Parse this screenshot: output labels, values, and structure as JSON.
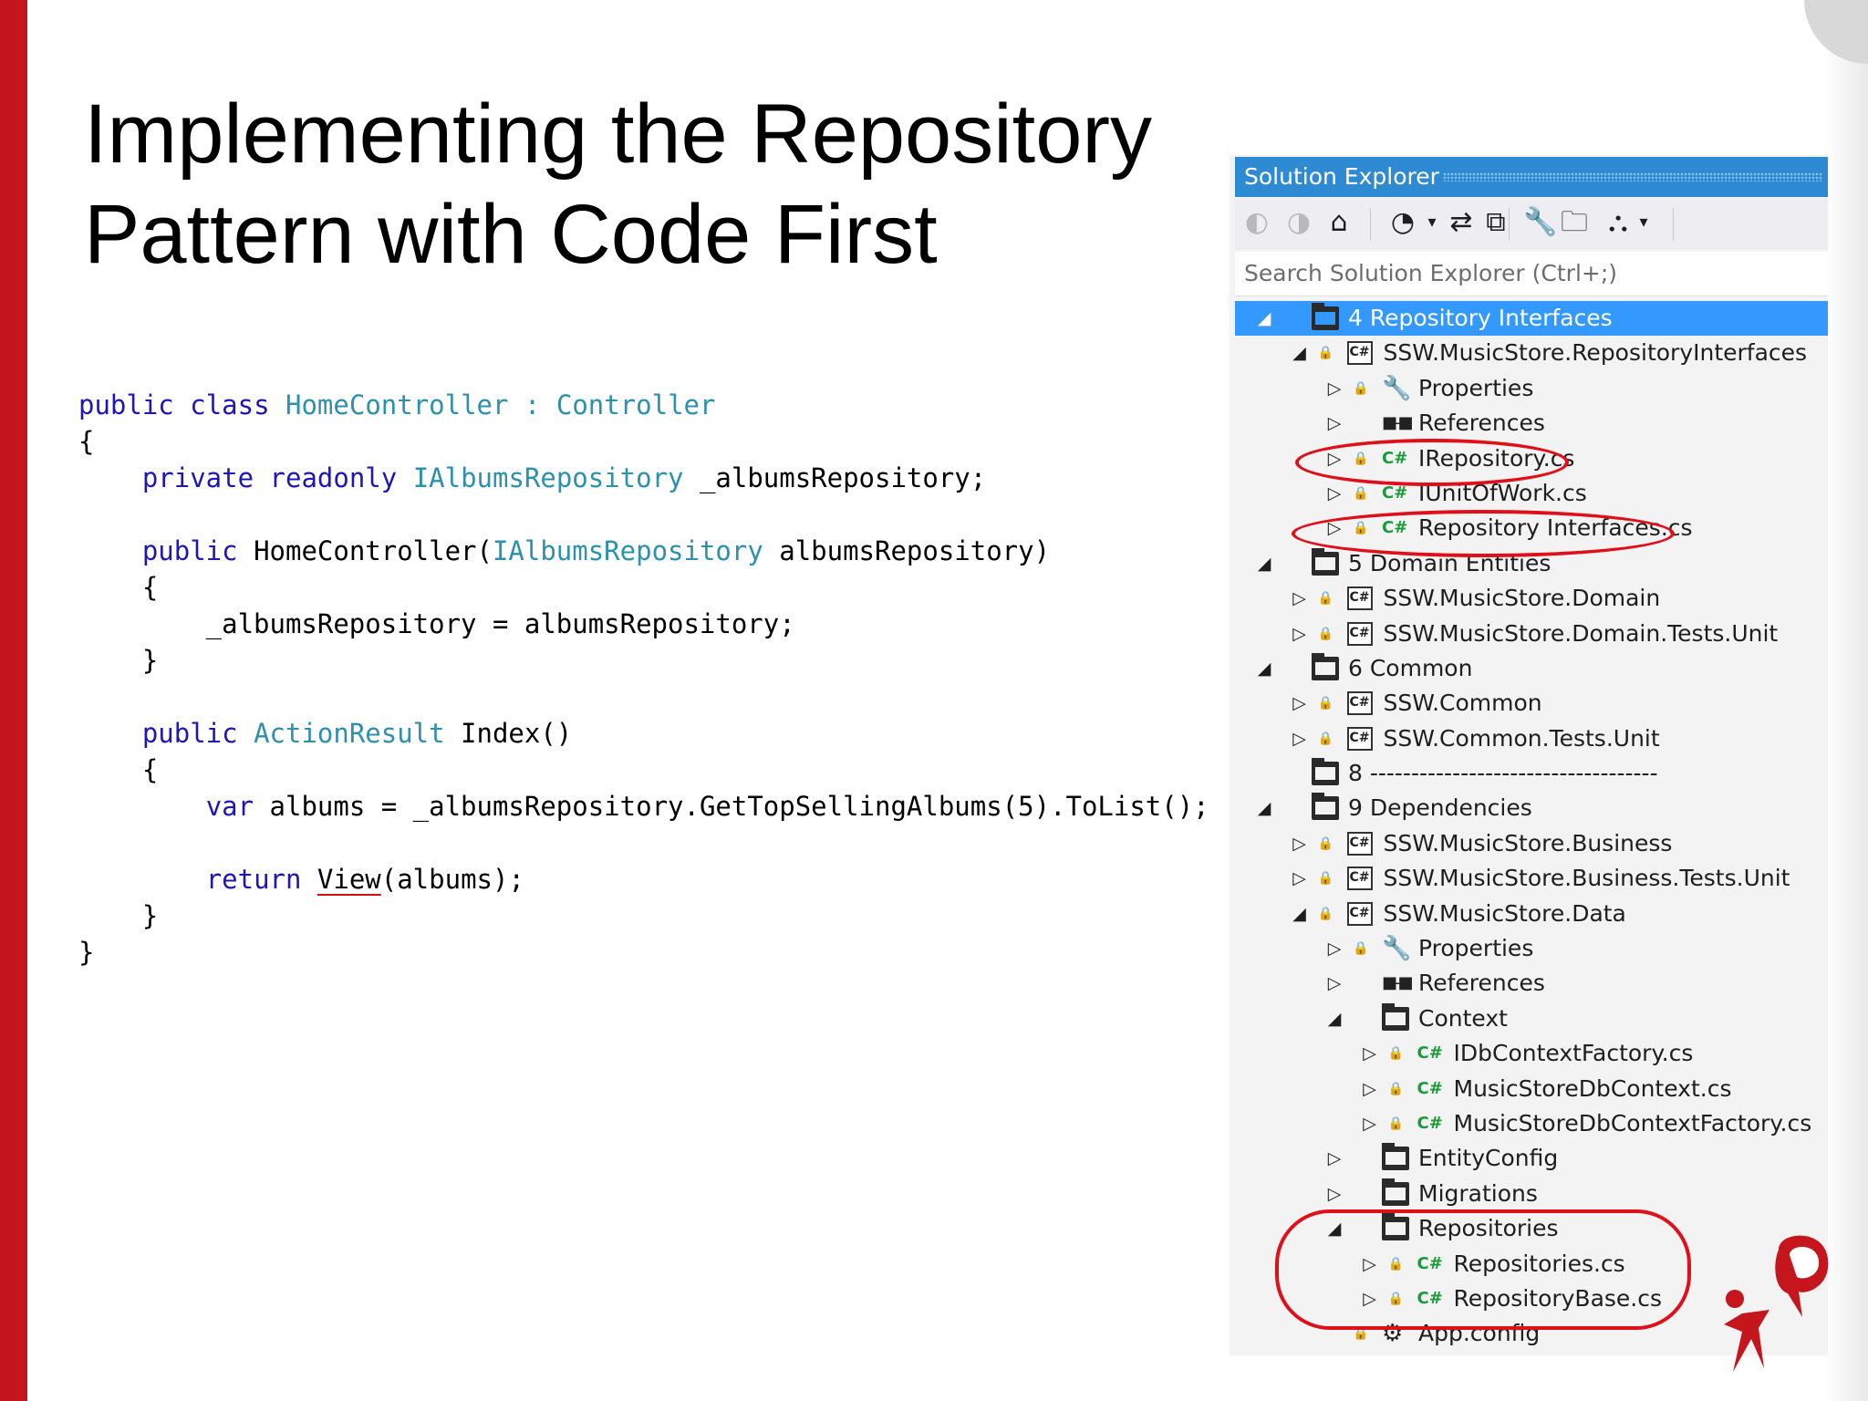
{
  "slide": {
    "title_line1": "Implementing the Repository",
    "title_line2": "Pattern with Code First"
  },
  "code": {
    "lines": [
      [
        {
          "t": "public",
          "c": "kw"
        },
        {
          "t": " "
        },
        {
          "t": "class",
          "c": "kw"
        },
        {
          "t": " "
        },
        {
          "t": "HomeController",
          "c": "ty"
        },
        {
          "t": " "
        },
        {
          "t": ":",
          "c": "ty"
        },
        {
          "t": " "
        },
        {
          "t": "Controller",
          "c": "ty"
        }
      ],
      [
        {
          "t": "{"
        }
      ],
      [
        {
          "t": "    "
        },
        {
          "t": "private",
          "c": "kw"
        },
        {
          "t": " "
        },
        {
          "t": "readonly",
          "c": "kw"
        },
        {
          "t": " "
        },
        {
          "t": "IAlbumsRepository",
          "c": "ty"
        },
        {
          "t": " _albumsRepository;"
        }
      ],
      [
        {
          "t": ""
        }
      ],
      [
        {
          "t": "    "
        },
        {
          "t": "public",
          "c": "kw"
        },
        {
          "t": " HomeController("
        },
        {
          "t": "IAlbumsRepository",
          "c": "ty"
        },
        {
          "t": " albumsRepository)"
        }
      ],
      [
        {
          "t": "    {"
        }
      ],
      [
        {
          "t": "        _albumsRepository = albumsRepository;"
        }
      ],
      [
        {
          "t": "    }"
        }
      ],
      [
        {
          "t": ""
        }
      ],
      [
        {
          "t": "    "
        },
        {
          "t": "public",
          "c": "kw"
        },
        {
          "t": " "
        },
        {
          "t": "ActionResult",
          "c": "ty"
        },
        {
          "t": " Index()"
        }
      ],
      [
        {
          "t": "    {"
        }
      ],
      [
        {
          "t": "        "
        },
        {
          "t": "var",
          "c": "kw"
        },
        {
          "t": " albums = _albumsRepository.GetTopSellingAlbums(5).ToList();"
        }
      ],
      [
        {
          "t": ""
        }
      ],
      [
        {
          "t": "        "
        },
        {
          "t": "return",
          "c": "kw"
        },
        {
          "t": " "
        },
        {
          "t": "View",
          "c": "squig"
        },
        {
          "t": "(albums);"
        }
      ],
      [
        {
          "t": "    }"
        }
      ],
      [
        {
          "t": "}"
        }
      ]
    ]
  },
  "solution_explorer": {
    "title": "Solution Explorer",
    "search_placeholder": "Search Solution Explorer (Ctrl+;)",
    "toolbar": [
      {
        "name": "back-icon",
        "glyph": "◐",
        "dim": true
      },
      {
        "name": "forward-icon",
        "glyph": "◑",
        "dim": true
      },
      {
        "name": "home-icon",
        "glyph": "⌂"
      },
      {
        "name": "pending-changes-filter-icon",
        "glyph": "◔"
      },
      {
        "name": "dropdown-arrow-icon",
        "glyph": "▾",
        "small": true
      },
      {
        "name": "sync-icon",
        "glyph": "⇄"
      },
      {
        "name": "collapse-all-icon",
        "glyph": "⧉"
      },
      {
        "name": "properties-wrench-icon",
        "glyph": "🔧"
      },
      {
        "name": "show-all-files-icon",
        "glyph": "🗀"
      },
      {
        "name": "class-view-icon",
        "glyph": "⛬"
      },
      {
        "name": "more-options-icon",
        "glyph": "▾",
        "small": true
      }
    ],
    "tree": [
      {
        "level": 0,
        "arrow": "open",
        "icon": "folder",
        "label": "4 Repository Interfaces",
        "selected": true
      },
      {
        "level": 1,
        "arrow": "open",
        "lock": true,
        "icon": "csproj",
        "label": "SSW.MusicStore.RepositoryInterfaces"
      },
      {
        "level": 2,
        "arrow": "closed",
        "lock": true,
        "icon": "wrench",
        "label": "Properties"
      },
      {
        "level": 2,
        "arrow": "closed",
        "icon": "refs",
        "label": "References"
      },
      {
        "level": 2,
        "arrow": "closed",
        "lock": true,
        "icon": "cs",
        "label": "IRepository.cs"
      },
      {
        "level": 2,
        "arrow": "closed",
        "lock": true,
        "icon": "cs",
        "label": "IUnitOfWork.cs"
      },
      {
        "level": 2,
        "arrow": "closed",
        "lock": true,
        "icon": "cs",
        "label": "Repository Interfaces.cs"
      },
      {
        "level": 0,
        "arrow": "open",
        "icon": "folder",
        "label": "5 Domain Entities"
      },
      {
        "level": 1,
        "arrow": "closed",
        "lock": true,
        "icon": "csproj",
        "label": "SSW.MusicStore.Domain"
      },
      {
        "level": 1,
        "arrow": "closed",
        "lock": true,
        "icon": "csproj",
        "label": "SSW.MusicStore.Domain.Tests.Unit"
      },
      {
        "level": 0,
        "arrow": "open",
        "icon": "folder",
        "label": "6 Common"
      },
      {
        "level": 1,
        "arrow": "closed",
        "lock": true,
        "icon": "csproj",
        "label": "SSW.Common"
      },
      {
        "level": 1,
        "arrow": "closed",
        "lock": true,
        "icon": "csproj",
        "label": "SSW.Common.Tests.Unit"
      },
      {
        "level": 0,
        "arrow": "none",
        "icon": "folder",
        "label": "8 -----------------------------------"
      },
      {
        "level": 0,
        "arrow": "open",
        "icon": "folder",
        "label": "9 Dependencies"
      },
      {
        "level": 1,
        "arrow": "closed",
        "lock": true,
        "icon": "csproj",
        "label": "SSW.MusicStore.Business"
      },
      {
        "level": 1,
        "arrow": "closed",
        "lock": true,
        "icon": "csproj",
        "label": "SSW.MusicStore.Business.Tests.Unit"
      },
      {
        "level": 1,
        "arrow": "open",
        "lock": true,
        "icon": "csproj",
        "label": "SSW.MusicStore.Data"
      },
      {
        "level": 2,
        "arrow": "closed",
        "lock": true,
        "icon": "wrench",
        "label": "Properties"
      },
      {
        "level": 2,
        "arrow": "closed",
        "icon": "refs",
        "label": "References"
      },
      {
        "level": 2,
        "arrow": "open",
        "icon": "folder",
        "label": "Context"
      },
      {
        "level": 3,
        "arrow": "closed",
        "lock": true,
        "icon": "cs",
        "label": "IDbContextFactory.cs"
      },
      {
        "level": 3,
        "arrow": "closed",
        "lock": true,
        "icon": "cs",
        "label": "MusicStoreDbContext.cs"
      },
      {
        "level": 3,
        "arrow": "closed",
        "lock": true,
        "icon": "cs",
        "label": "MusicStoreDbContextFactory.cs"
      },
      {
        "level": 2,
        "arrow": "closed",
        "icon": "folder",
        "label": "EntityConfig"
      },
      {
        "level": 2,
        "arrow": "closed",
        "icon": "folder",
        "label": "Migrations"
      },
      {
        "level": 2,
        "arrow": "open",
        "icon": "folder",
        "label": "Repositories"
      },
      {
        "level": 3,
        "arrow": "closed",
        "lock": true,
        "icon": "cs",
        "label": "Repositories.cs"
      },
      {
        "level": 3,
        "arrow": "closed",
        "lock": true,
        "icon": "cs",
        "label": "RepositoryBase.cs"
      },
      {
        "level": 2,
        "arrow": "none",
        "lock": true,
        "icon": "config",
        "label": "App.config"
      }
    ]
  },
  "colors": {
    "accent_red": "#c4161c",
    "keyword_blue": "#1e17b8",
    "type_teal": "#2b91af",
    "se_title_blue": "#2e8bd3",
    "selection_blue": "#3399ff",
    "highlight_ring": "#e0101a"
  }
}
